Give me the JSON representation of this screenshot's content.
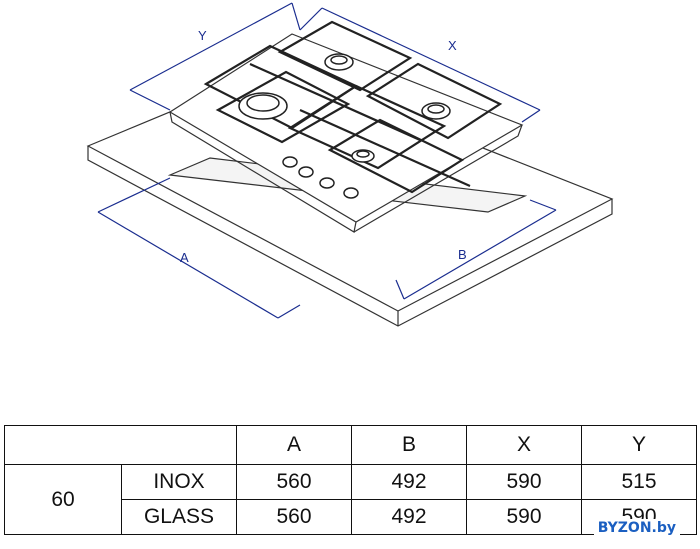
{
  "diagram": {
    "dimension_labels": {
      "y": "Y",
      "x": "X",
      "a": "A",
      "b": "B"
    },
    "colors": {
      "line": "#333333",
      "dimension": "#1a2d8f"
    }
  },
  "table": {
    "headers": [
      "",
      "A",
      "B",
      "X",
      "Y"
    ],
    "group_label": "60",
    "rows": [
      {
        "label": "INOX",
        "values": [
          "560",
          "492",
          "590",
          "515"
        ]
      },
      {
        "label": "GLASS",
        "values": [
          "560",
          "492",
          "590",
          "590"
        ]
      }
    ]
  },
  "watermark": "BYZON.by"
}
